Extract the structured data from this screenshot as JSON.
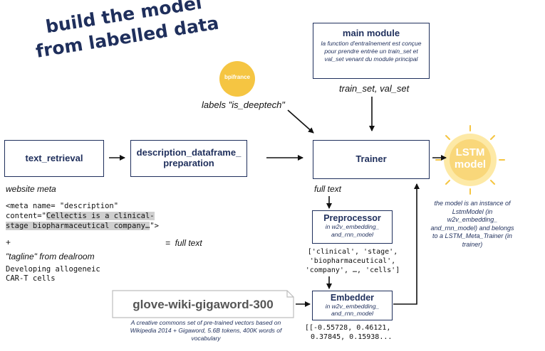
{
  "headline": {
    "line1": "build the model",
    "line2": "from labelled data"
  },
  "bpi_logo": {
    "text": "bpifrance"
  },
  "labels_text": "labels \"is_deeptech\"",
  "main_module": {
    "title": "main module",
    "description": "la function d'entraînement est conçue pour prendre entrée un train_set et val_set venant du module principal"
  },
  "train_val_label": "train_set, val_set",
  "text_retrieval": {
    "title": "text_retrieval"
  },
  "description_prep": {
    "title_line1": "description_dataframe_",
    "title_line2": "preparation"
  },
  "trainer": {
    "title": "Trainer"
  },
  "lstm": {
    "line1": "LSTM",
    "line2": "model",
    "note": "the model is an instance of LstmModel (in w2v_embedding_ and_rnn_model) and belongs to a LSTM_Meta_Trainer (in trainer)"
  },
  "website_meta": {
    "label": "website meta",
    "code_line1": "<meta name= \"description\"",
    "code_line2_prefix": "content=\"",
    "code_line2_highlight": "Cellectis is a clinical-",
    "code_line3_highlight": "stage biopharmaceutical company…",
    "code_line3_suffix": "\">"
  },
  "plus": "+",
  "equals_full_text": "=  full text",
  "tagline": {
    "label": "\"tagline\" from dealroom",
    "line1": "Developing allogeneic",
    "line2": "CAR-T cells"
  },
  "full_text_label": "full text",
  "preprocessor": {
    "title": "Preprocessor",
    "sub_line1": "in w2v_embedding_",
    "sub_line2": "and_rnn_model"
  },
  "tokens": {
    "line1": "['clinical', 'stage',",
    "line2": "'biopharmaceutical',",
    "line3": "'company', …, 'cells']"
  },
  "embedder": {
    "title": "Embedder",
    "sub_line1": "in w2v_embedding_",
    "sub_line2": "and_rnn_model"
  },
  "vectors": {
    "line1": "[[-0.55728, 0.46121,",
    "line2": "0.37845, 0.15938..."
  },
  "glove": {
    "title": "glove-wiki-gigaword-300",
    "description": "A creative commons set of pre-trained vectors based on Wikipedia 2014 + Gigaword, 5.6B tokens, 400K words of vocabulary"
  },
  "colors": {
    "navy": "#1f2f5c",
    "logo_yellow": "#f5c542",
    "lstm_glow": "#fde9a6",
    "highlight": "#cfcfcf"
  }
}
